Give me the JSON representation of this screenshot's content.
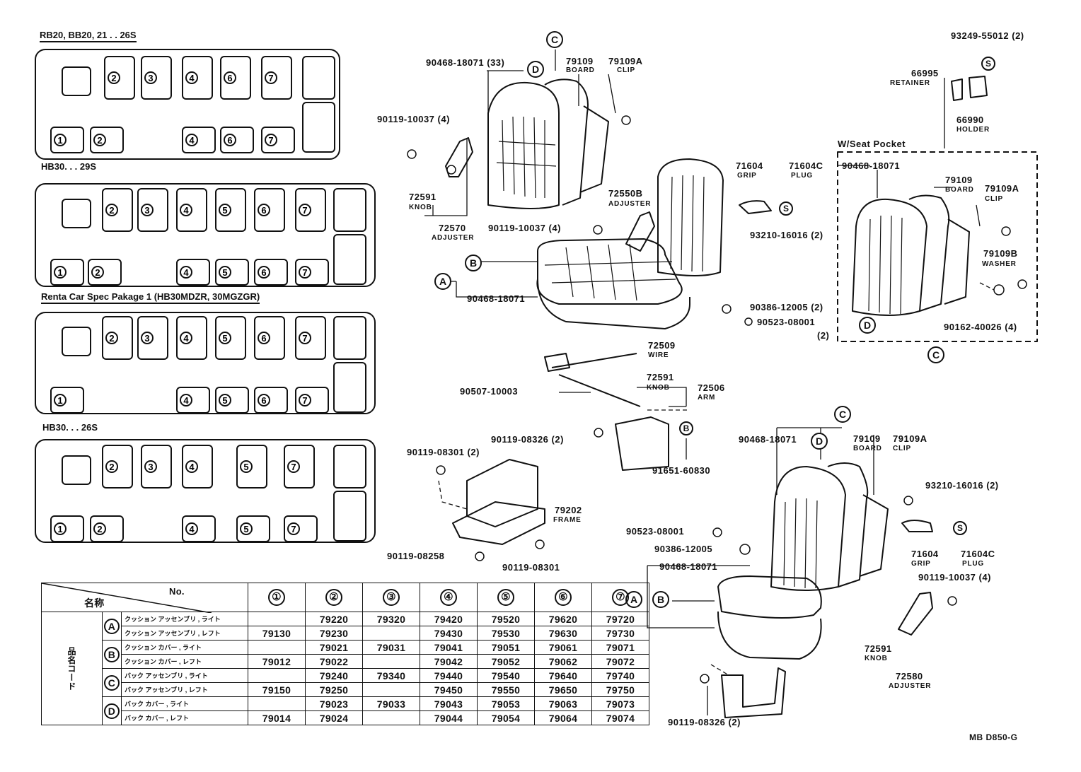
{
  "configs": [
    {
      "title": "RB20, BB20, 21 . . 26S"
    },
    {
      "title": "HB30. . . 29S"
    },
    {
      "title": "Renta Car Spec Pakage 1 (HB30MDZR, 30MGZGR)"
    },
    {
      "title": "HB30. . . 26S"
    }
  ],
  "seat_numbers": [
    "①",
    "②",
    "③",
    "④",
    "⑤",
    "⑥",
    "⑦"
  ],
  "callouts": {
    "A": "A",
    "B": "B",
    "C": "C",
    "D": "D",
    "S": "S"
  },
  "parts": [
    {
      "num": "90468-18071 (33)"
    },
    {
      "num": "79109",
      "name": "BOARD"
    },
    {
      "num": "79109A",
      "name": "CLIP"
    },
    {
      "num": "90119-10037 (4)"
    },
    {
      "num": "72591",
      "name": "KNOB"
    },
    {
      "num": "72570",
      "name": "ADJUSTER"
    },
    {
      "num": "72550B",
      "name": "ADJUSTER"
    },
    {
      "num": "90119-10037 (4)"
    },
    {
      "num": "71604",
      "name": "GRIP"
    },
    {
      "num": "71604C",
      "name": "PLUG"
    },
    {
      "num": "93210-16016 (2)"
    },
    {
      "num": "90468-18071"
    },
    {
      "num": "90386-12005 (2)"
    },
    {
      "num": "90523-08001"
    },
    {
      "num": "(2)"
    },
    {
      "num": "93249-55012 (2)"
    },
    {
      "num": "66995",
      "name": "RETAINER"
    },
    {
      "num": "66990",
      "name": "HOLDER"
    },
    {
      "num": "W/Seat Pocket"
    },
    {
      "num": "90468-18071"
    },
    {
      "num": "79109",
      "name": "BOARD"
    },
    {
      "num": "79109A",
      "name": "CLIP"
    },
    {
      "num": "79109B",
      "name": "WASHER"
    },
    {
      "num": "90162-40026 (4)"
    },
    {
      "num": "72509",
      "name": "WIRE"
    },
    {
      "num": "72591",
      "name": "KNOB"
    },
    {
      "num": "72506",
      "name": "ARM"
    },
    {
      "num": "90507-10003"
    },
    {
      "num": "90119-08326 (2)"
    },
    {
      "num": "91651-60830"
    },
    {
      "num": "90119-08301 (2)"
    },
    {
      "num": "79202",
      "name": "FRAME"
    },
    {
      "num": "90119-08258"
    },
    {
      "num": "90119-08301"
    },
    {
      "num": "90468-18071"
    },
    {
      "num": "79109",
      "name": "BOARD"
    },
    {
      "num": "79109A",
      "name": "CLIP"
    },
    {
      "num": "93210-16016 (2)"
    },
    {
      "num": "90523-08001"
    },
    {
      "num": "90386-12005"
    },
    {
      "num": "90468-18071"
    },
    {
      "num": "71604",
      "name": "GRIP"
    },
    {
      "num": "71604C",
      "name": "PLUG"
    },
    {
      "num": "90119-10037 (4)"
    },
    {
      "num": "72591",
      "name": "KNOB"
    },
    {
      "num": "72580",
      "name": "ADJUSTER"
    },
    {
      "num": "90119-08326 (2)"
    }
  ],
  "table": {
    "header_no": "No.",
    "header_name": "名称",
    "side_label": "品名コード",
    "columns": [
      "①",
      "②",
      "③",
      "④",
      "⑤",
      "⑥",
      "⑦"
    ],
    "rows": [
      {
        "group": "A",
        "name": "クッション アッセンブリ  , ライト",
        "codes": [
          "",
          "79220",
          "79320",
          "79420",
          "79520",
          "79620",
          "79720"
        ]
      },
      {
        "group": "",
        "name": "クッション アッセンブリ  , レフト",
        "codes": [
          "79130",
          "79230",
          "",
          "79430",
          "79530",
          "79630",
          "79730"
        ]
      },
      {
        "group": "B",
        "name": "クッション カバー       , ライト",
        "codes": [
          "",
          "79021",
          "79031",
          "79041",
          "79051",
          "79061",
          "79071"
        ]
      },
      {
        "group": "",
        "name": "クッション カバー       , レフト",
        "codes": [
          "79012",
          "79022",
          "",
          "79042",
          "79052",
          "79062",
          "79072"
        ]
      },
      {
        "group": "C",
        "name": "バック アッセンブリ      , ライト",
        "codes": [
          "",
          "79240",
          "79340",
          "79440",
          "79540",
          "79640",
          "79740"
        ]
      },
      {
        "group": "",
        "name": "バック アッセンブリ      , レフト",
        "codes": [
          "79150",
          "79250",
          "",
          "79450",
          "79550",
          "79650",
          "79750"
        ]
      },
      {
        "group": "D",
        "name": "バック カバー          , ライト",
        "codes": [
          "",
          "79023",
          "79033",
          "79043",
          "79053",
          "79063",
          "79073"
        ]
      },
      {
        "group": "",
        "name": "バック カバー          , レフト",
        "codes": [
          "79014",
          "79024",
          "",
          "79044",
          "79054",
          "79064",
          "79074"
        ]
      }
    ]
  },
  "footer_code": "MB D850-G"
}
